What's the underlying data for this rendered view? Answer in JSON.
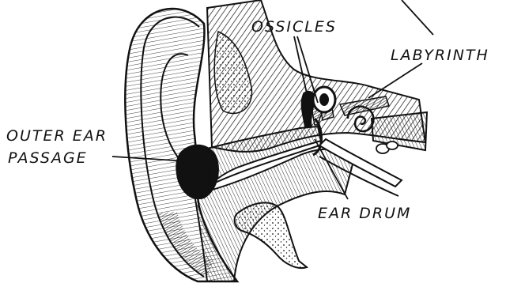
{
  "labels": {
    "ossicles": "OSSICLES",
    "labyrinth": "LABYRINTH",
    "outer_ear_line1": "OUTER EAR",
    "outer_ear_line2": "PASSAGE",
    "ear_drum": "EAR DRUM"
  },
  "colors": {
    "ink": "#111111",
    "paper": "#ffffff"
  }
}
